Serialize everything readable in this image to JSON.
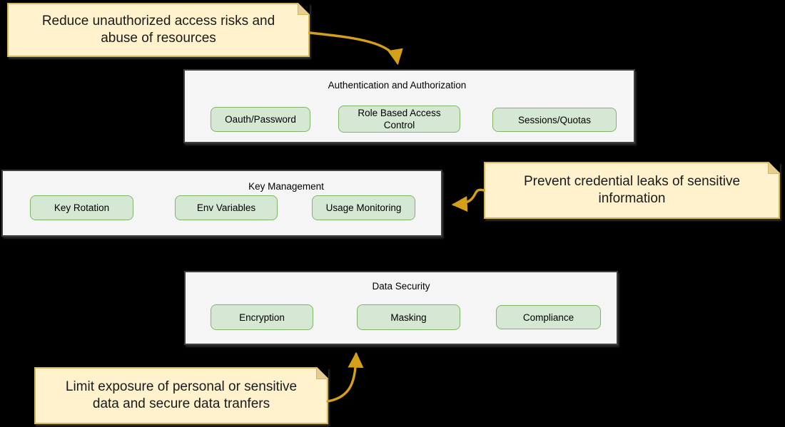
{
  "diagram": {
    "notes": {
      "top": {
        "line1": "Reduce unauthorized access risks and",
        "line2": "abuse of resources"
      },
      "right": {
        "line1": "Prevent credential leaks of sensitive",
        "line2": "information"
      },
      "bottom": {
        "line1": "Limit exposure of personal or sensitive",
        "line2": "data and secure data tranfers"
      }
    },
    "containers": {
      "auth": {
        "title": "Authentication and Authorization",
        "pills": [
          "Oauth/Password",
          "Role Based Access Control",
          "Sessions/Quotas"
        ]
      },
      "keys": {
        "title": "Key Management",
        "pills": [
          "Key Rotation",
          "Env Variables",
          "Usage Monitoring"
        ]
      },
      "data": {
        "title": "Data Security",
        "pills": [
          "Encryption",
          "Masking",
          "Compliance"
        ]
      }
    },
    "colors": {
      "background": "#000000",
      "note_fill": "#FFF2CC",
      "note_border": "#D6B656",
      "container_fill": "#F5F5F5",
      "container_border": "#3F3F3F",
      "pill_fill": "#D5E8D4",
      "pill_border": "#82B366",
      "arrow": "#D4A017",
      "text": "#1A1A1A"
    }
  }
}
